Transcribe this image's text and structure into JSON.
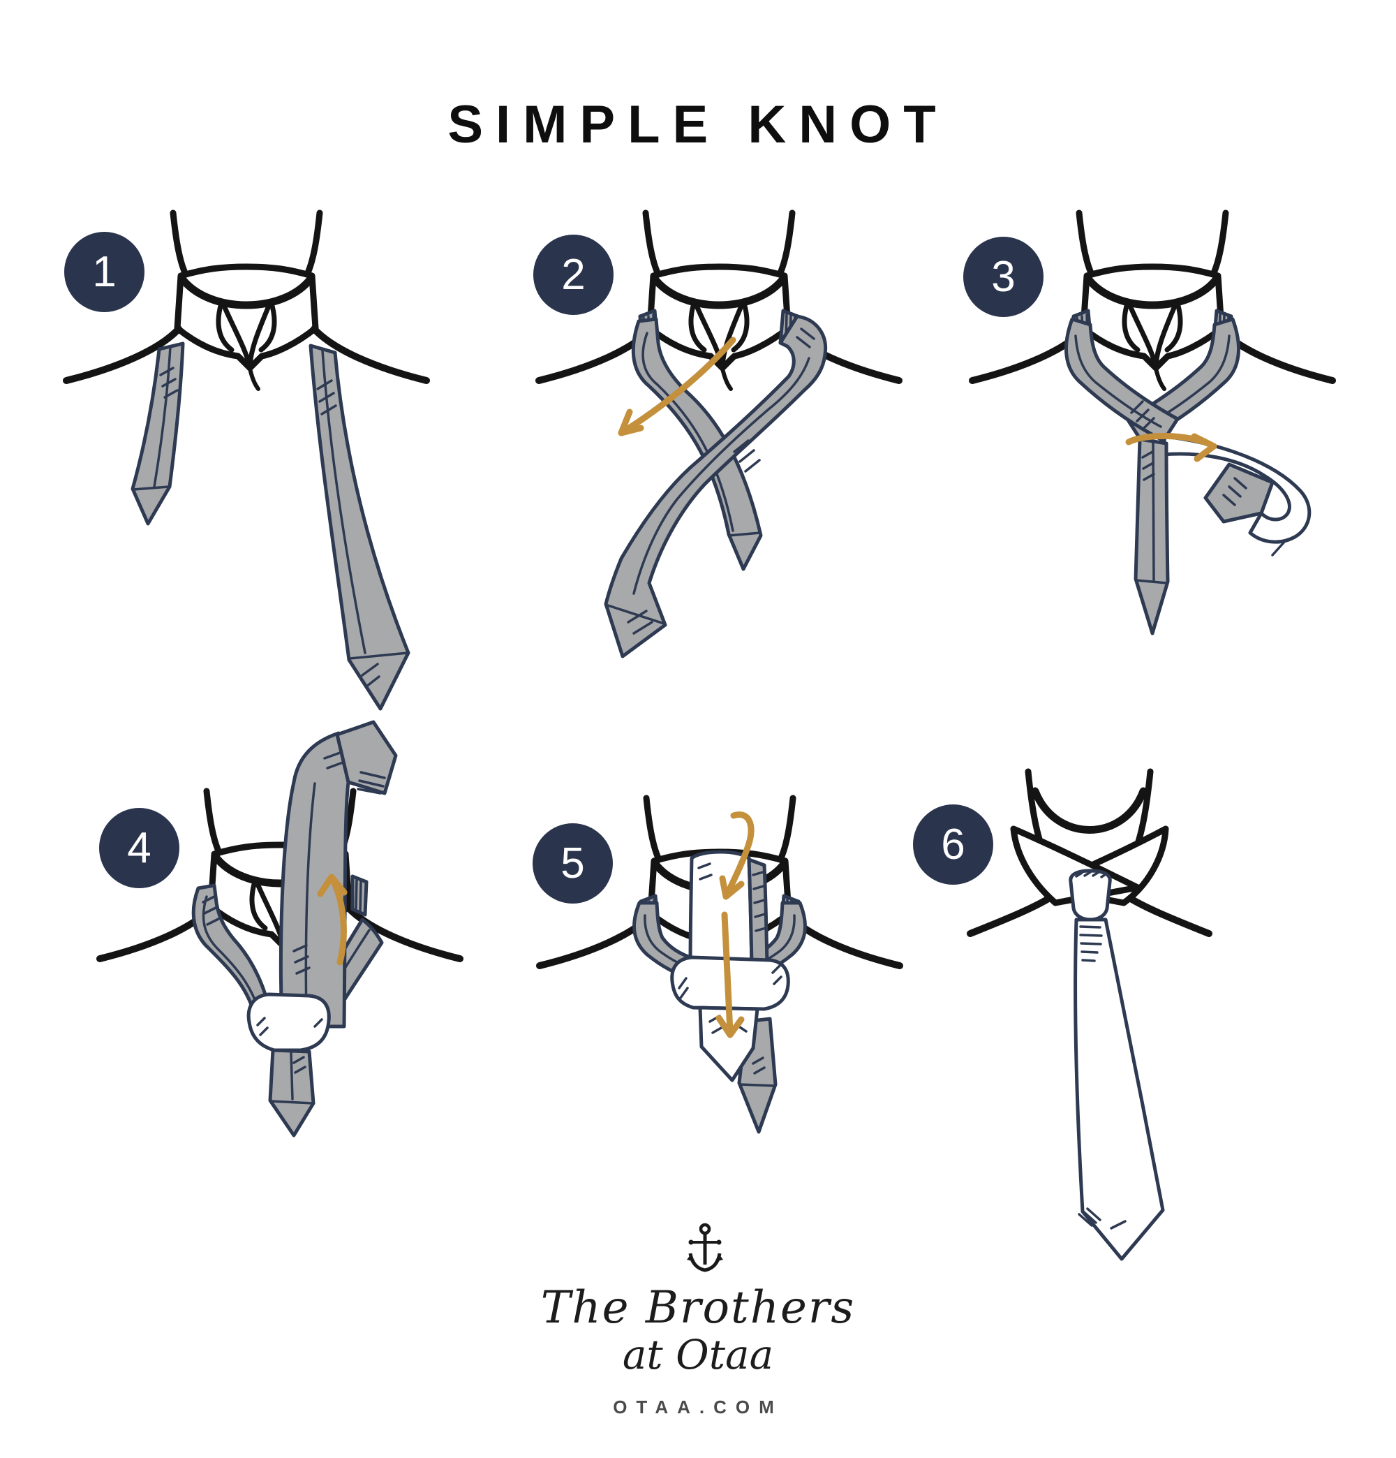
{
  "title": "SIMPLE KNOT",
  "steps": [
    {
      "number": "1"
    },
    {
      "number": "2"
    },
    {
      "number": "3"
    },
    {
      "number": "4"
    },
    {
      "number": "5"
    },
    {
      "number": "6"
    }
  ],
  "footer": {
    "brand_line1": "The Brothers",
    "brand_line2": "at Otaa",
    "website": "OTAA.COM"
  },
  "icons": {
    "anchor": "anchor-icon"
  },
  "colors": {
    "badge_navy": "#2a344d",
    "tie_outline_navy": "#2e3a52",
    "tie_gray": "#a8a9ab",
    "arrow_gold": "#c4903c",
    "line_black": "#141414",
    "website_gray": "#4b4b4b",
    "background": "#ffffff"
  }
}
